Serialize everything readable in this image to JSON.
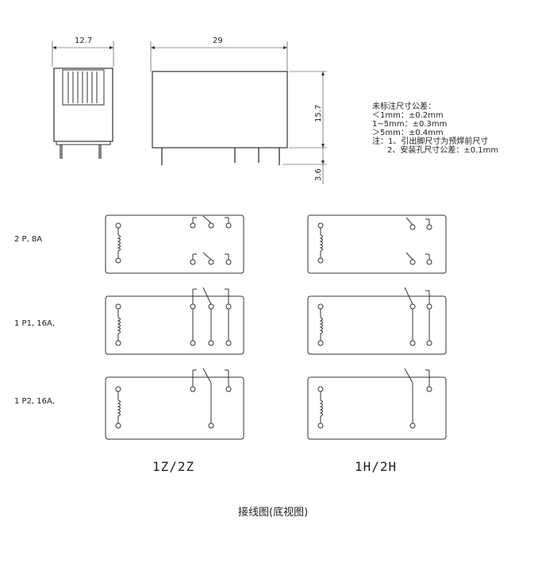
{
  "dimensions": {
    "width_side": "12.7",
    "length": "29",
    "height": "15.7",
    "pin_length": "3.6"
  },
  "tolerance_note": [
    "未标注尺寸公差：",
    "＜1mm：±0.2mm",
    "1~5mm：±0.3mm",
    "＞5mm：±0.4mm",
    "注：1、引出脚尺寸为预焊前尺寸",
    "2、安装孔尺寸公差：±0.1mm"
  ],
  "rows": [
    {
      "label": "2 P, 8A"
    },
    {
      "label": "1 P1, 16A,"
    },
    {
      "label": "1 P2, 16A,"
    }
  ],
  "columns": [
    {
      "label": "1Z/2Z"
    },
    {
      "label": "1H/2H"
    }
  ],
  "caption": "接线图(底视图)"
}
